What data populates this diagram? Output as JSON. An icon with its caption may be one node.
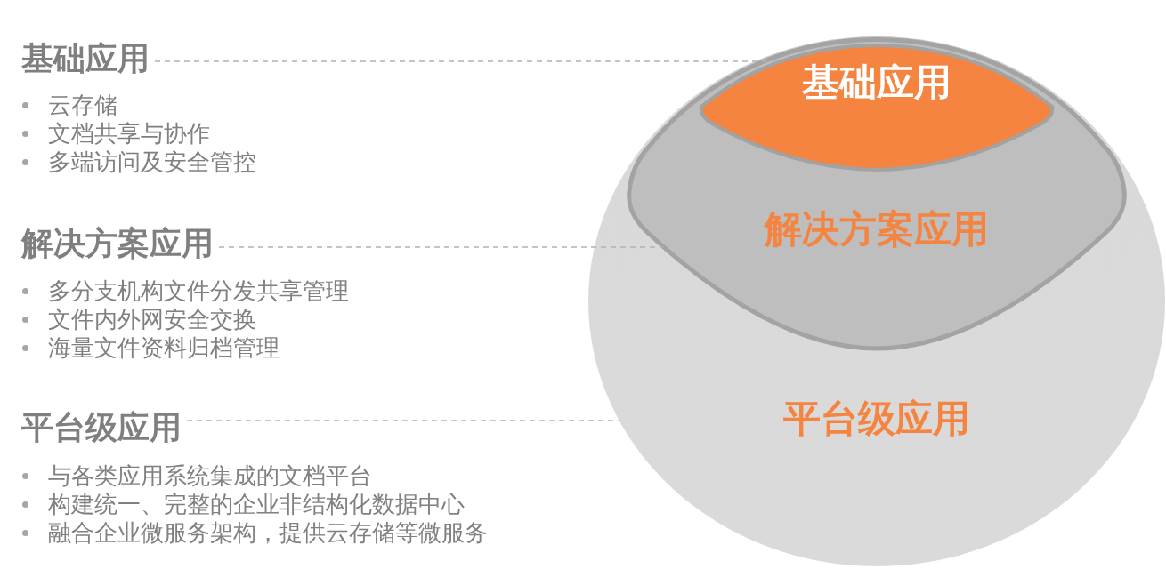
{
  "diagram": {
    "nodes": [
      {
        "text": [
          "基础应用"
        ],
        "beside": [
          "云存储",
          "文档共享与协作",
          "多端访问及安全管控"
        ]
      },
      {
        "text": [
          "解决方案应用"
        ],
        "beside": [
          "多分支机构文件分发共享管理",
          "文件内外网安全交换",
          "海量文件资料归档管理"
        ]
      },
      {
        "text": [
          "平台级应用"
        ],
        "beside": [
          "与各类应用系统集成的文档平台",
          "构建统一、完整的企业非结构化数据中心",
          "融合企业微服务架构，提供云存储等微服务"
        ]
      },
      {
        "text": [
          "平台级应用"
        ]
      },
      {
        "text": [
          "解决方案应用"
        ],
        "in": 3
      },
      {
        "text": [
          "基础应用"
        ],
        "in": 4
      }
    ],
    "edges": [
      {
        "from": 0,
        "to": 5,
        "arrow": "none",
        "style": "dashed"
      },
      {
        "from": 1,
        "to": 4,
        "arrow": "none",
        "style": "dashed"
      },
      {
        "from": 2,
        "to": 3,
        "arrow": "none",
        "style": "dashed"
      }
    ]
  }
}
